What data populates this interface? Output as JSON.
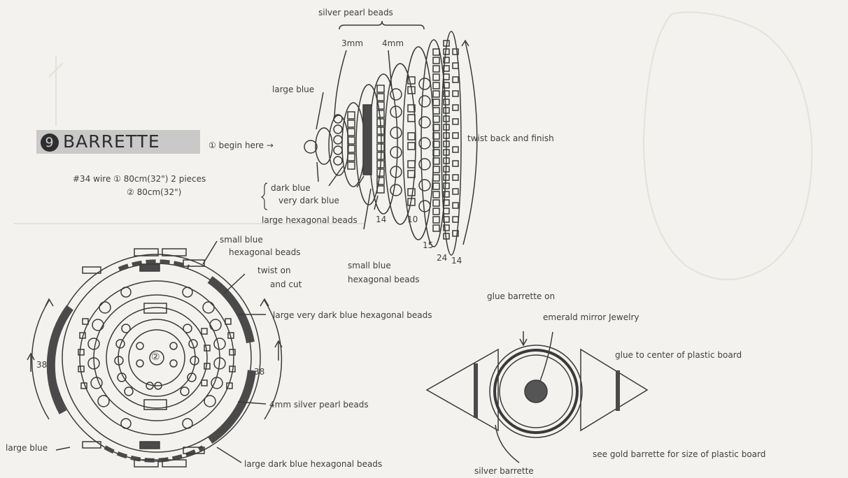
{
  "title": {
    "number": "9",
    "text": "BARRETTE"
  },
  "labels": {
    "begin_here": "① begin here →",
    "wire_line1": "#34 wire ① 80cm(32\") 2 pieces",
    "wire_line2": "② 80cm(32\")",
    "silver_pearl_beads": "silver pearl beads",
    "mm3": "3mm",
    "mm4": "4mm",
    "large_blue_top": "large blue",
    "twist_back": "twist back and finish",
    "dark_blue": "dark blue",
    "very_dark_blue": "very dark blue",
    "large_hex_beads": "large hexagonal beads",
    "n14": "14",
    "n10": "10",
    "n15": "15",
    "n24": "24",
    "n14b": "14",
    "small_blue_hex_top_1": "small blue",
    "small_blue_hex_top_2": "hexagonal beads",
    "small_blue_hex_bottom_1": "small blue",
    "small_blue_hex_bottom_2": "hexagonal beads",
    "twist_on_1": "twist on",
    "twist_on_2": "and cut",
    "large_very_dark_blue": "large very dark blue hexagonal beads",
    "silver_4mm": "4mm silver pearl beads",
    "large_dark_blue_hex": "large dark blue hexagonal beads",
    "large_blue_left": "large blue",
    "n38_left": "38",
    "n38_right": "38",
    "circle_center": "②",
    "blue_barrette_on": "glue barrette on",
    "emerald_mirror": "emerald mirror Jewelry",
    "glue_center": "glue to center of plastic board",
    "see_gold": "see gold barrette for size of plastic board",
    "silver_barrette": "silver barrette"
  },
  "colors": {
    "ink": "#3a3a3a",
    "dark_bead": "#4a4a4a",
    "paper": "#f3f2ee",
    "title_bg": "#c9c9c9",
    "center_stone": "#555555"
  }
}
